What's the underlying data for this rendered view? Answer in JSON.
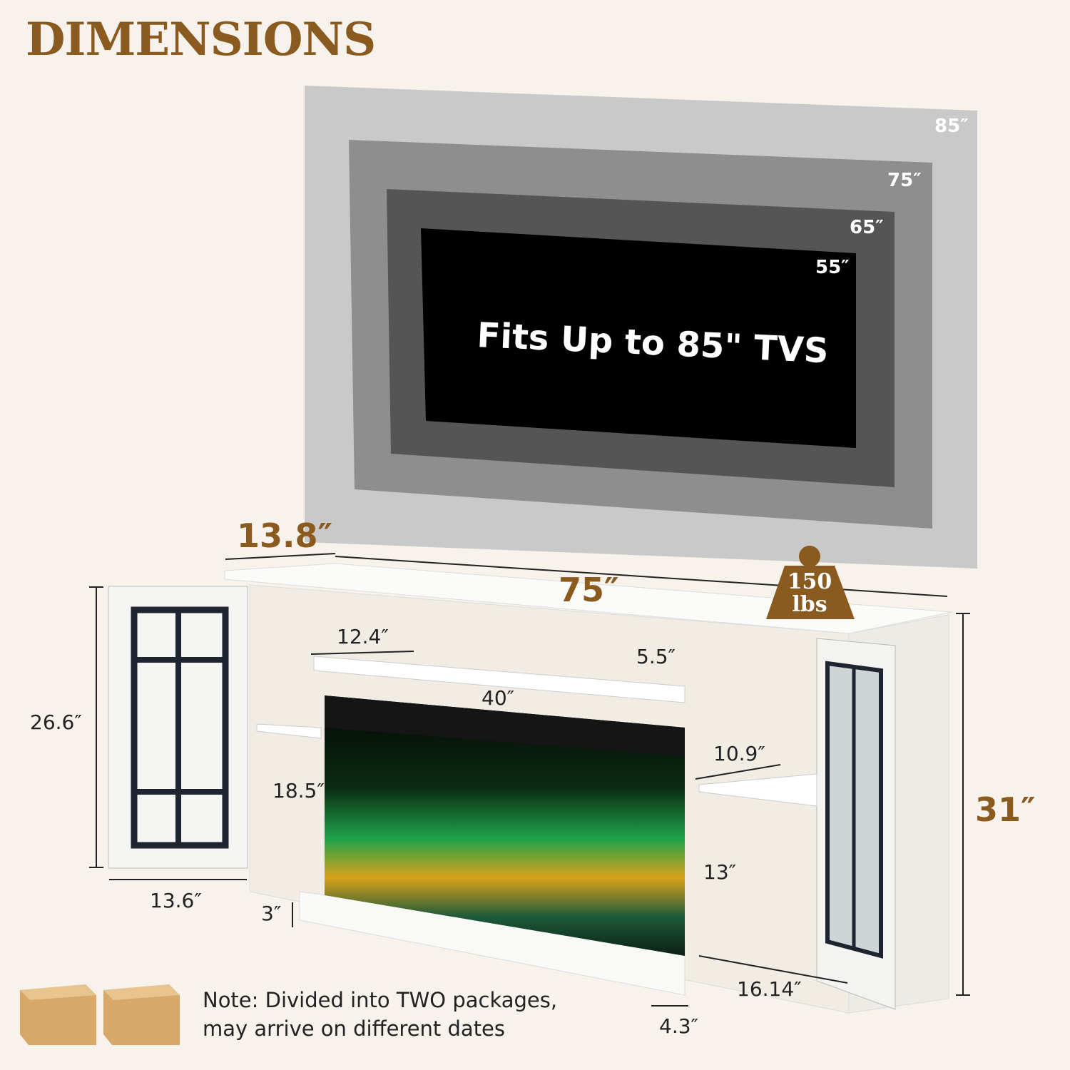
{
  "title": "DIMENSIONS",
  "tv_sizes": [
    "85″",
    "75″",
    "65″",
    "55″"
  ],
  "tv_fit_text": "Fits Up to 85\" TVS",
  "dimensions": {
    "depth_top": "13.8″",
    "width": "75″",
    "height": "31″",
    "weight_value": "150",
    "weight_unit": "lbs",
    "shelf_width": "12.4″",
    "opening_height": "5.5″",
    "fireplace_width": "40″",
    "door_height": "26.6″",
    "fireplace_height": "18.5″",
    "door_width": "13.6″",
    "base_height": "3″",
    "side_shelf_depth": "10.9″",
    "side_shelf_height": "13″",
    "side_cabinet_width": "16.14″",
    "plinth_depth": "4.3″"
  },
  "note": {
    "line1": "Note: Divided into TWO packages,",
    "line2": "may arrive on different dates"
  },
  "colors": {
    "accent": "#8a5a1e",
    "background": "#f7f2eb",
    "tv85": "#c9c9c9",
    "tv75": "#8e8e8e",
    "tv65": "#555555",
    "tv55": "#000000"
  }
}
